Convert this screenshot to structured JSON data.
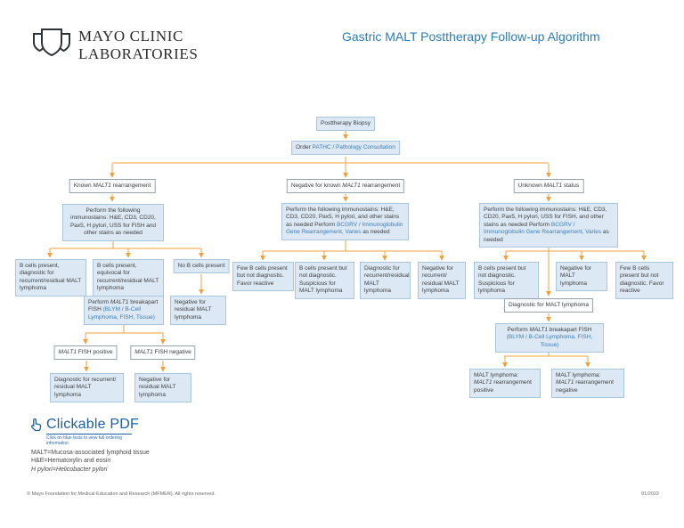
{
  "header": {
    "logo_line1": "MAYO CLINIC",
    "logo_line2": "LABORATORIES",
    "title": "Gastric MALT Posttherapy Follow-up Algorithm"
  },
  "colors": {
    "title_blue": "#2a7cba",
    "link_blue": "#3a7cbd",
    "box_fill_blue": "#dce9f4",
    "box_border_blue": "#a9c6dd",
    "arrow_orange": "#f0a03c"
  },
  "flow": {
    "posttherapy": "Posttherapy Biopsy",
    "order_pre": "Order ",
    "order_link": "PATHC / Pathology Consultation",
    "left": {
      "header_pre": "Known ",
      "header_gene": "MALT1",
      "header_post": " rearrangement",
      "perform": "Perform the following immunostains: H&E, CD3, CD20, Pax5, H pylori, USS for FISH and other stains as needed",
      "b_diagnostic": "B cells present, diagnostic for recurrent/residual MALT lymphoma",
      "b_equivocal": "B cells present, equivocal for recurrent/residual MALT lymphoma",
      "b_none": "No B cells present",
      "fish_pre": "Perform ",
      "fish_gene": "MALT1",
      "fish_mid": " breakapart FISH ",
      "fish_link": "(BLYM / B-Cell Lymphoma, FISH, Tissue)",
      "neg_residual": "Negative for residual MALT lymphoma",
      "fish_pos_gene": "MALT1",
      "fish_pos_post": " FISH positive",
      "fish_neg_gene": "MALT1",
      "fish_neg_post": " FISH negative",
      "final_pos": "Diagnostic for recurrent/ residual MALT lymphoma",
      "final_neg": "Negative for residual MALT lymphoma"
    },
    "middle": {
      "header_pre": "Negative for known ",
      "header_gene": "MALT1",
      "header_post": " rearrangement",
      "perform_pre": "Perform the following immunostains: H&E, CD3, CD20, Pax5, H pylori, and other stains as needed Perform ",
      "perform_link": "BCGRV / Immunoglobulin Gene Rearrangement, Varies",
      "perform_post": " as needed",
      "outcomes": [
        "Few B cells present but not diagnostic. Favor reactive",
        "B cells present but not diagnostic. Suspicious for MALT lymphoma",
        "Diagnostic for recurrent/residual MALT lymphoma",
        "Negative for recurrent/ residual MALT lymphoma"
      ]
    },
    "right": {
      "header_pre": "Unknown ",
      "header_gene": "MALT1",
      "header_post": " status",
      "perform_pre": "Perform the following immunostains: H&E, CD3, CD20, Pax5, H pylori, USS for FISH, and other stains as needed Perform ",
      "perform_link": "BCGRV / Immunoglobulin Gene Rearrangement, Varies",
      "perform_post": " as needed",
      "outcomes": [
        "B cells present but not diagnostic. Suspicious for lymphoma",
        "Negative for MALT lymphoma",
        "Few B cells present but not diagnostic. Favor reactive"
      ],
      "diag_malt": "Diagnostic for MALT lymphoma",
      "fish_pre": "Perform ",
      "fish_gene": "MALT1",
      "fish_mid": " breakapart FISH ",
      "fish_link": "(BLYM / B-Cell Lymphoma, FISH, Tissue)",
      "final_pos_pre": "MALT lymphoma: ",
      "final_pos_gene": "MALT1",
      "final_pos_post": " rearrangement positive",
      "final_neg_pre": "MALT lymphoma: ",
      "final_neg_gene": "MALT1",
      "final_neg_post": " rearrangement negative"
    }
  },
  "legend": {
    "clickable_pdf": "Clickable PDF",
    "clickable_caption": "Click on blue tests to view full ordering information",
    "def1": "MALT=Mucosa-associated lymphoid tissue",
    "def2": "H&E=Hematoxylin and eosin",
    "def3_italic": "H pylori=Helicobacter pylori"
  },
  "footer": {
    "copyright": "© Mayo Foundation for Medical Education and Research (MFMER). All rights reserved.",
    "date": "01/2022"
  }
}
